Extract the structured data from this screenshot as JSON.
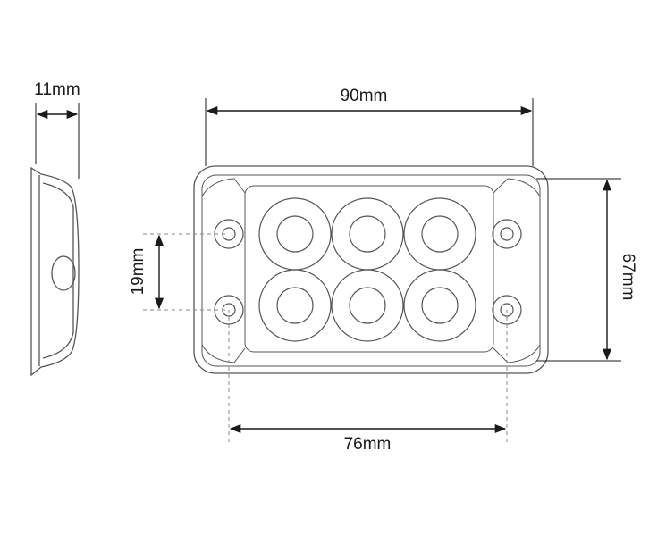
{
  "dimensions": {
    "depth": "11mm",
    "width": "90mm",
    "height": "67mm",
    "hole_vertical_spacing": "19mm",
    "hole_horizontal_spacing": "76mm"
  },
  "colors": {
    "line": "#1a1a1a",
    "outline": "#555555",
    "guide": "#888888"
  }
}
